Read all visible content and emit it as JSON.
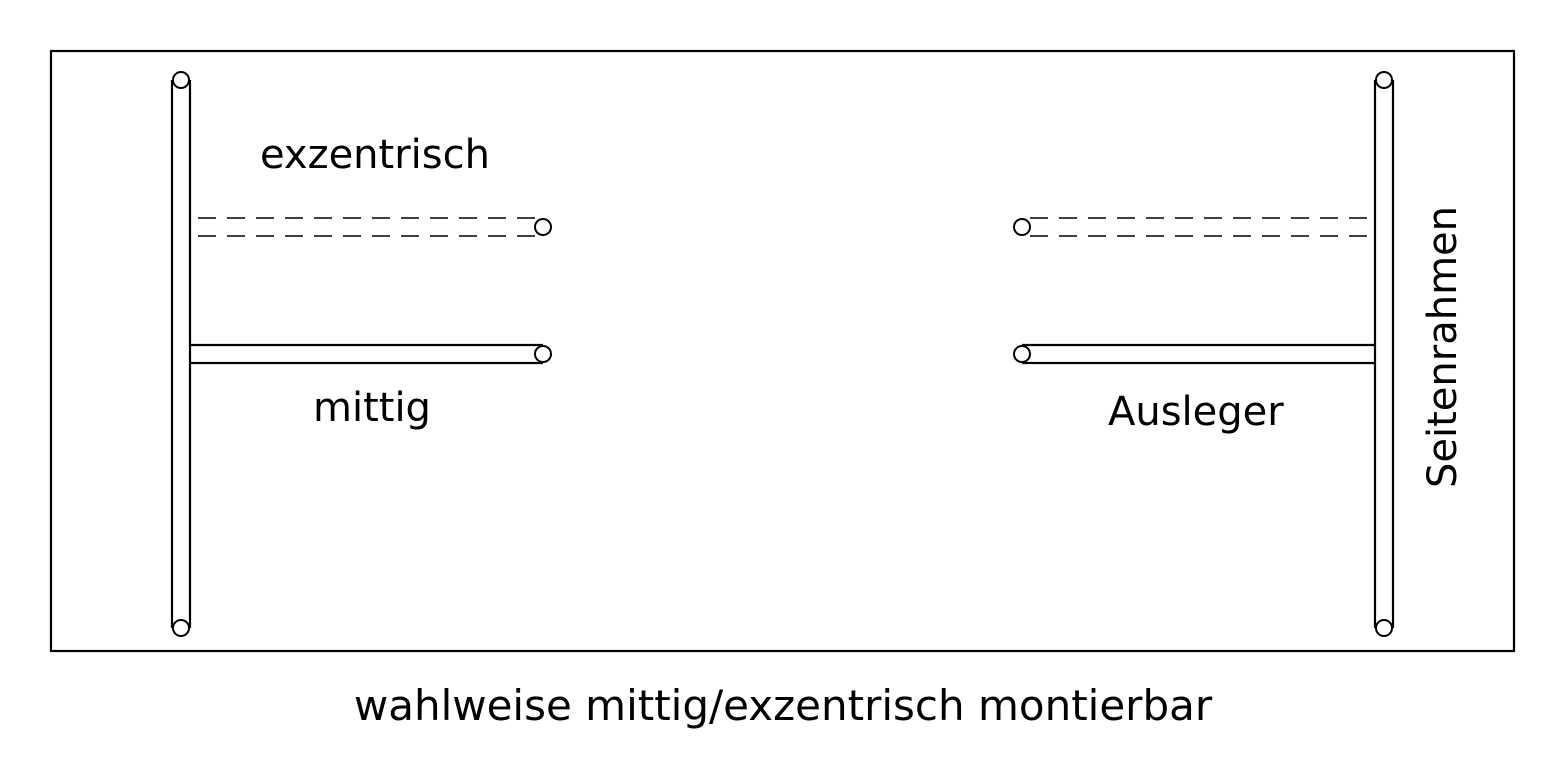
{
  "labels": {
    "eccentric": "exzentrisch",
    "centered": "mittig",
    "arm": "Ausleger",
    "side_frame": "Seitenrahmen"
  },
  "caption": "wahlweise mittig/exzentrisch montierbar",
  "colors": {
    "line": "#000000",
    "background": "#ffffff"
  }
}
